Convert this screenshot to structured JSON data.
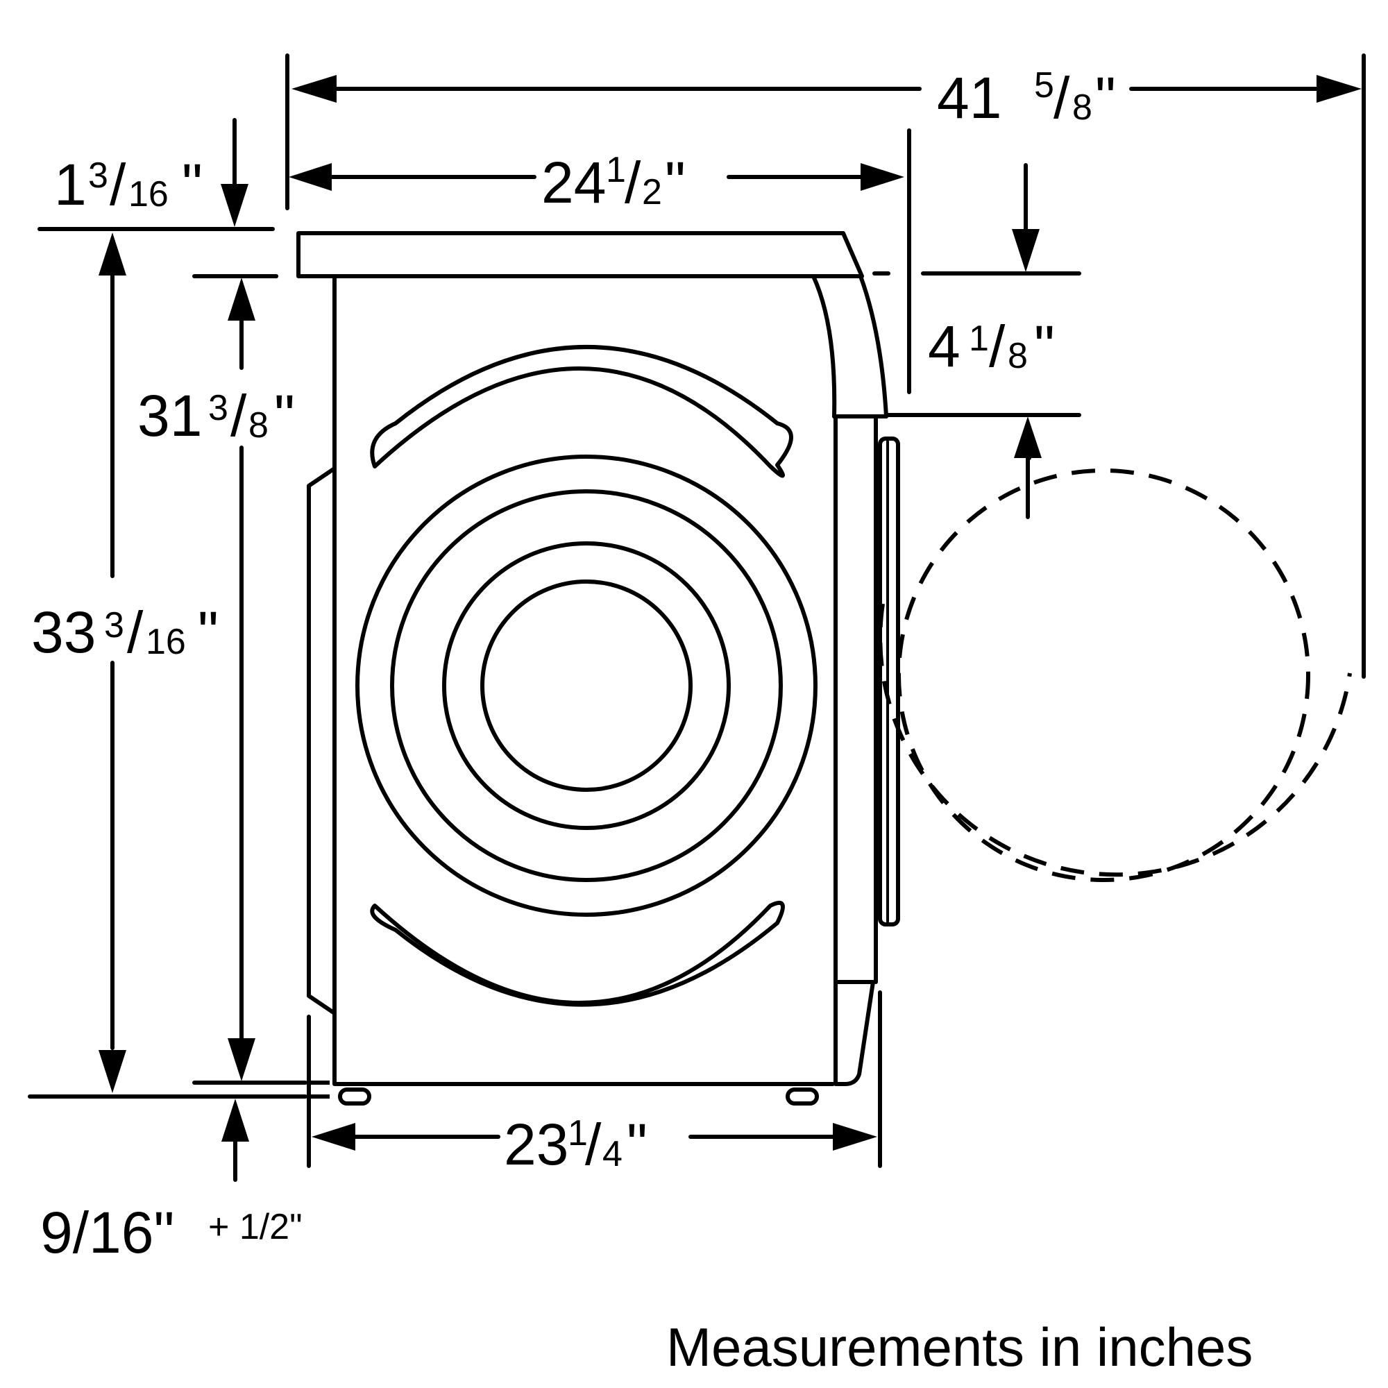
{
  "diagram": {
    "title": "Washer side-view dimension drawing",
    "caption": "Measurements in inches",
    "colors": {
      "line": "#000000",
      "background": "#ffffff"
    },
    "dimensions": {
      "overall_depth_door_open": {
        "whole": "41",
        "num": "5",
        "den": "8",
        "unit": "\"",
        "label": "41 5/8\""
      },
      "depth_top": {
        "whole": "24",
        "num": "1",
        "den": "2",
        "unit": "\"",
        "label": "24 1/2\""
      },
      "top_thickness": {
        "whole": "1",
        "num": "3",
        "den": "16",
        "unit": "\"",
        "label": "1 3/16\""
      },
      "door_top_offset": {
        "whole": "4",
        "num": "1",
        "den": "8",
        "unit": "\"",
        "label": "4 1/8\""
      },
      "body_height": {
        "whole": "31",
        "num": "3",
        "den": "8",
        "unit": "\"",
        "label": "31 3/8\""
      },
      "overall_height": {
        "whole": "33",
        "num": "3",
        "den": "16",
        "unit": "\"",
        "label": "33 3/16\""
      },
      "depth_base": {
        "whole": "23",
        "num": "1",
        "den": "4",
        "unit": "\"",
        "label": "23 1/4\""
      },
      "feet_adjust": {
        "main": "9/16\"",
        "plus": "+ 1/2\"",
        "label": "9/16\" + 1/2\""
      }
    }
  }
}
